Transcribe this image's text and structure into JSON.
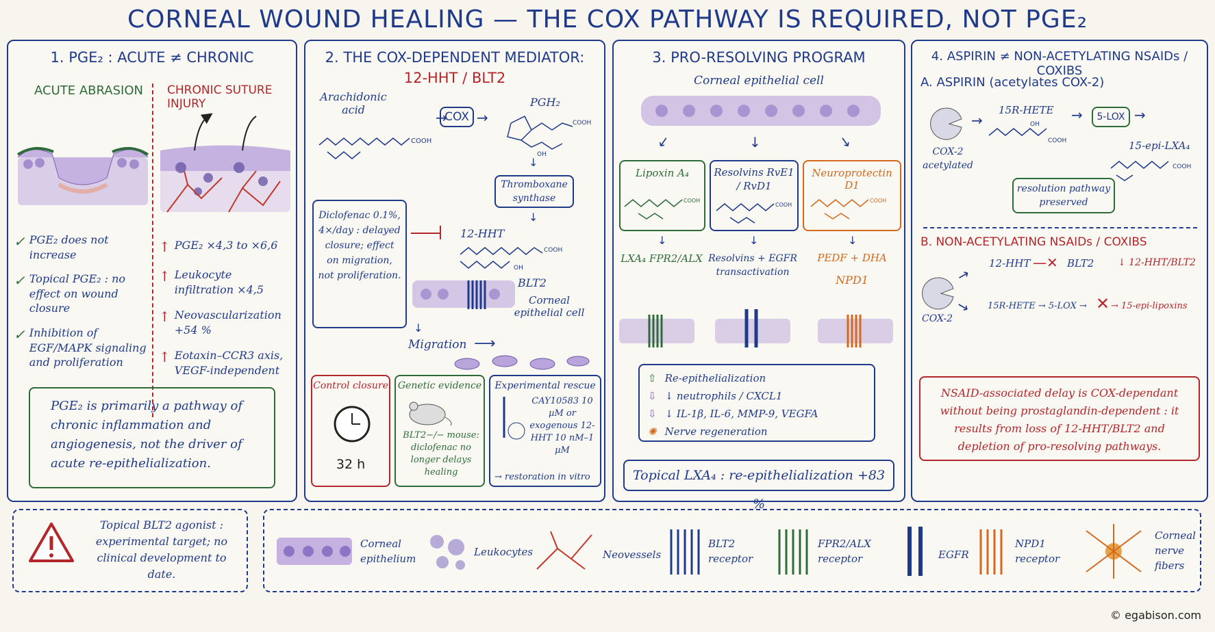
{
  "title": "CORNEAL WOUND HEALING — THE COX PATHWAY IS REQUIRED, NOT PGE₂",
  "panel1": {
    "header": "1. PGE₂ : ACUTE ≠ CHRONIC",
    "acute_label": "ACUTE ABRASION",
    "chronic_label": "CHRONIC SUTURE INJURY",
    "acute_items": [
      "PGE₂ does not increase",
      "Topical PGE₂ : no effect on wound closure",
      "Inhibition of EGF/MAPK signaling and proliferation"
    ],
    "chronic_items": [
      "PGE₂ ×4,3 to ×6,6",
      "Leukocyte infiltration ×4,5",
      "Neovascularization +54 %",
      "Eotaxin–CCR3 axis, VEGF-independent"
    ],
    "summary": "PGE₂ is primarily a pathway of chronic inflammation and angiogenesis, not the driver of acute re-epithelialization."
  },
  "panel2": {
    "header_line1": "2. THE COX-DEPENDENT MEDIATOR:",
    "header_line2": "12-HHT / BLT2",
    "arachidonic": "Arachidonic acid",
    "cox": "COX",
    "pgh2": "PGH₂",
    "thromboxane": "Thromboxane synthase",
    "hht": "12-HHT",
    "blt2": "BLT2",
    "corneal_cell": "Corneal epithelial cell",
    "migration": "Migration",
    "diclofenac": "Diclofenac 0.1%, 4×/day : delayed closure; effect on migration, not proliferation.",
    "control_title": "Control closure",
    "control_value": "32 h",
    "genetic_title": "Genetic evidence",
    "genetic_text": "BLT2−/− mouse: diclofenac no longer delays healing",
    "rescue_title": "Experimental rescue",
    "rescue_text": "CAY10583 10 µM or exogenous 12-HHT 10 nM–1 µM",
    "rescue_result": "→ restoration in vitro",
    "cooh": "COOH",
    "oh": "OH"
  },
  "panel3": {
    "header": "3. PRO-RESOLVING PROGRAM",
    "cell_label": "Corneal epithelial cell",
    "lipoxin": "Lipoxin A₄",
    "resolvins": "Resolvins RvE1 / RvD1",
    "npd": "Neuroprotectin D1",
    "lxa4": "LXA₄ FPR2/ALX",
    "resolvins_egfr": "Resolvins + EGFR transactivation",
    "pedf": "PEDF + DHA",
    "npd1": "NPD1",
    "effects": [
      "Re-epithelialization",
      "↓ neutrophils / CXCL1",
      "↓ IL-1β, IL-6, MMP-9, VEGFA",
      "Nerve regeneration"
    ],
    "topical": "Topical LXA₄ : re-epithelialization +83 %"
  },
  "panel4": {
    "header": "4. ASPIRIN ≠ NON-ACETYLATING NSAIDs / COXIBS",
    "a_title": "A. ASPIRIN (acetylates COX-2)",
    "cox2_acetylated": "COX-2 acetylated",
    "hete": "15R-HETE",
    "lox": "5-LOX",
    "epi_lxa4": "15-epi-LXA₄",
    "resolution": "resolution pathway preserved",
    "b_title": "B. NON-ACETYLATING NSAIDs / COXIBS",
    "b_hht": "12-HHT",
    "b_blt2": "BLT2",
    "b_down": "↓ 12-HHT/BLT2",
    "b_path": "15R-HETE → 5-LOX →",
    "b_epi": "→ 15-epi-lipoxins",
    "b_cox2": "COX-2",
    "conclusion": "NSAID-associated delay is COX-dependant without being prostaglandin-dependent : it results from loss of 12-HHT/BLT2 and depletion of pro-resolving pathways."
  },
  "warning": "Topical BLT2 agonist : experimental target; no clinical development to date.",
  "legend": [
    {
      "label": "Corneal epithelium"
    },
    {
      "label": "Leukocytes"
    },
    {
      "label": "Neovessels"
    },
    {
      "label": "BLT2 receptor"
    },
    {
      "label": "FPR2/ALX receptor"
    },
    {
      "label": "EGFR"
    },
    {
      "label": "NPD1 receptor"
    },
    {
      "label": "Corneal nerve fibers"
    }
  ],
  "copyright": "© egabison.com",
  "colors": {
    "blue": "#1f3a8a",
    "red": "#b3262b",
    "green": "#2e6b3b",
    "orange": "#d2691e",
    "purple": "#7b5fb0"
  }
}
